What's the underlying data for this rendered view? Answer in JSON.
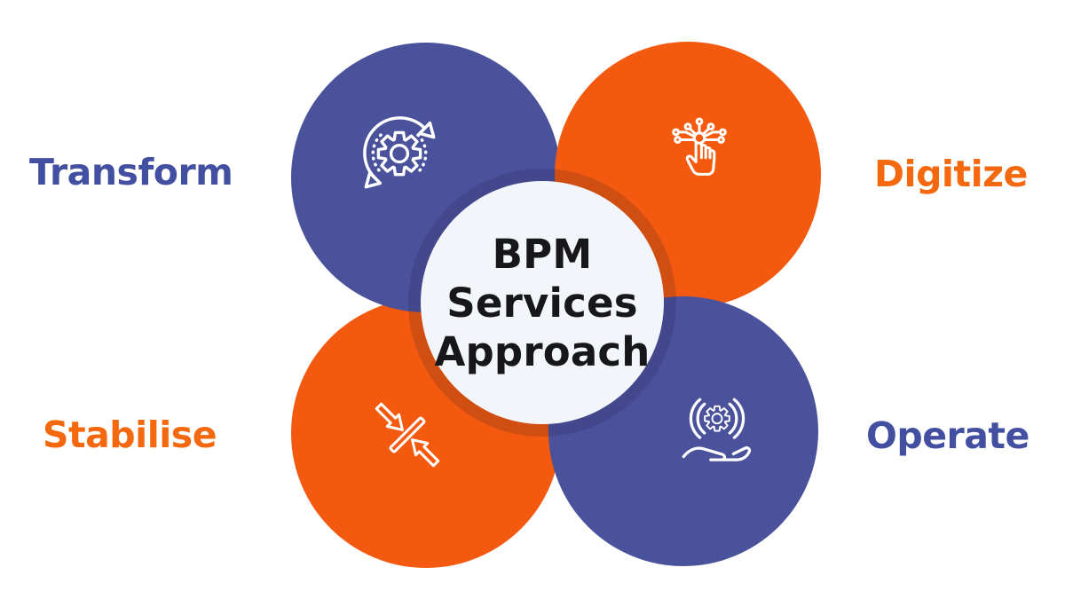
{
  "title": "BPM Services Approach",
  "center": {
    "line1": "BPM",
    "line2": "Services",
    "line3": "Approach"
  },
  "quadrants": {
    "transform": {
      "label": "Transform",
      "position": "top-left",
      "circle_color": "#4A529C",
      "label_color": "#4350A2",
      "icon": "process-cycle-gear-icon"
    },
    "digitize": {
      "label": "Digitize",
      "position": "top-right",
      "circle_color": "#F3590F",
      "label_color": "#F4690F",
      "icon": "touch-digital-network-icon"
    },
    "stabilise": {
      "label": "Stabilise",
      "position": "bottom-left",
      "circle_color": "#F3590F",
      "label_color": "#F4690F",
      "icon": "converging-arrows-icon"
    },
    "operate": {
      "label": "Operate",
      "position": "bottom-right",
      "circle_color": "#4A529C",
      "label_color": "#4350A2",
      "icon": "hand-holding-gear-icon"
    }
  },
  "colors": {
    "blue": "#4A529C",
    "orange": "#F3590F",
    "center_circle_bg": "#F2F5FA",
    "center_text": "#17171A",
    "overlap_ring": "rgba(20,22,50,0.15)",
    "icon_stroke": "#FFFFFF",
    "background": "#FFFFFF"
  }
}
